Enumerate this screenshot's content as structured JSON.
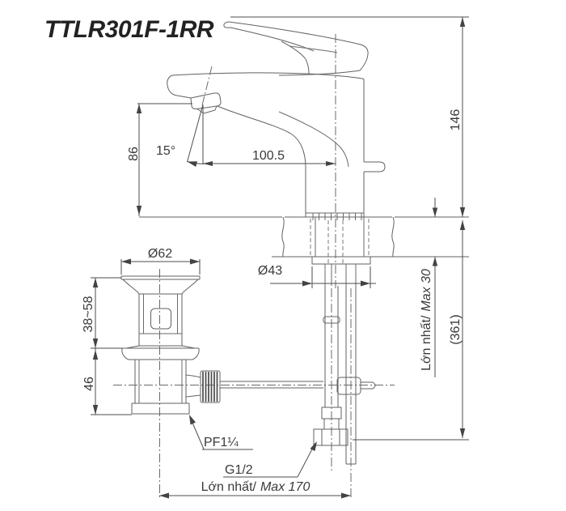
{
  "title": "TTLR301F-1RR",
  "drawing": {
    "dimensions": {
      "spout_height": "86",
      "spout_angle": "15°",
      "spout_reach": "100.5",
      "height_above_deck": "146",
      "drain_flange_diameter": "Ø62",
      "mount_hole_diameter": "Ø43",
      "deck_thickness_range": "38~58",
      "drain_lower_height": "46",
      "max_deck_prefix": "Lớn nhất/",
      "max_deck_value": "Max 30",
      "overall_height": "(361)",
      "max_rod_offset_prefix": "Lớn nhất/",
      "max_rod_offset_value": "Max 170"
    },
    "threads": {
      "drain": "PF1¼",
      "supply": "G1/2"
    }
  },
  "colors": {
    "line": "#616161",
    "dimension_text": "#3a3a3a",
    "title": "#222222",
    "background": "#ffffff"
  }
}
